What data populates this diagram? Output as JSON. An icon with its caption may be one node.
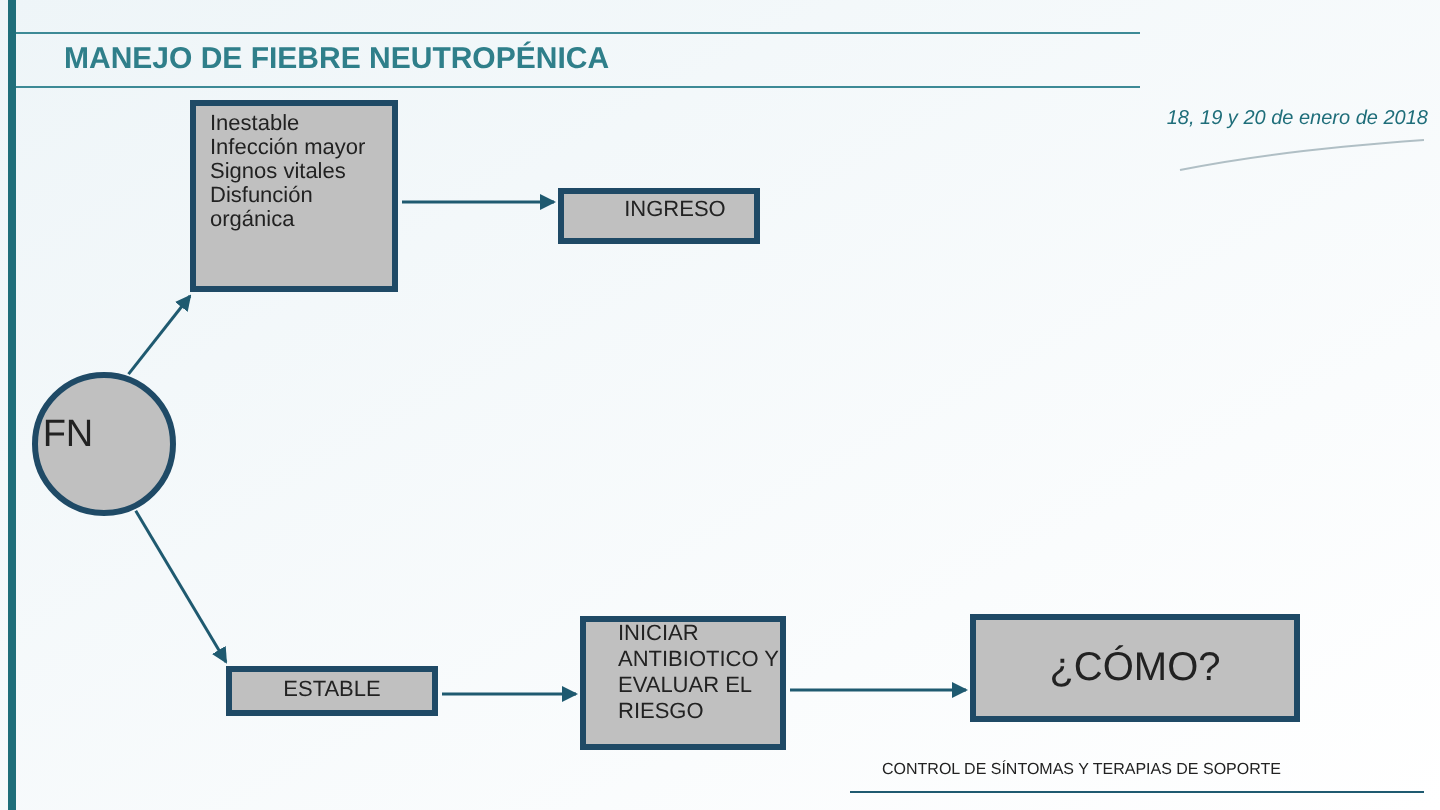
{
  "diagram": {
    "title": "MANEJO DE FIEBRE NEUTROPÉNICA",
    "nodes": [
      {
        "text": [
          "Inestable",
          "Infección mayor",
          "Signos vitales",
          "Disfunción orgánica"
        ]
      },
      {
        "text": [
          "INGRESO"
        ]
      },
      {
        "text": [
          "FN"
        ]
      },
      {
        "text": [
          "ESTABLE"
        ]
      },
      {
        "text": [
          "INICIAR ANTIBIOTICO Y EVALUAR EL RIESGO"
        ]
      },
      {
        "text": [
          "¿CÓMO?"
        ]
      }
    ],
    "edges": [
      {
        "from": 2,
        "to": 0,
        "arrow": "to"
      },
      {
        "from": 0,
        "to": 1,
        "arrow": "to"
      },
      {
        "from": 2,
        "to": 3,
        "arrow": "to"
      },
      {
        "from": 3,
        "to": 4,
        "arrow": "to"
      },
      {
        "from": 4,
        "to": 5,
        "arrow": "to"
      }
    ],
    "labels": [
      "18, 19 y 20 de enero de 2018",
      "CONTROL DE SÍNTOMAS Y TERAPIAS DE SOPORTE"
    ]
  }
}
